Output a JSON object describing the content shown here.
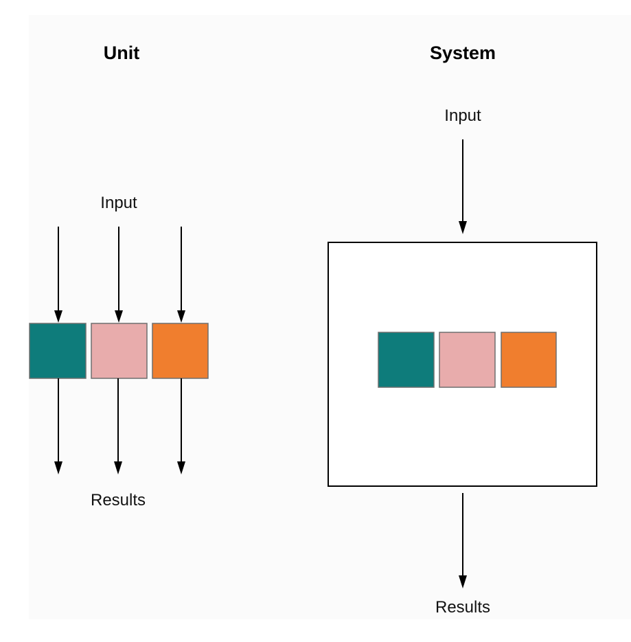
{
  "unit": {
    "title": "Unit",
    "input_label": "Input",
    "results_label": "Results"
  },
  "system": {
    "title": "System",
    "input_label": "Input",
    "results_label": "Results"
  },
  "blocks": [
    {
      "name": "teal",
      "color": "#0e7c7b"
    },
    {
      "name": "pink",
      "color": "#e8acac"
    },
    {
      "name": "orange",
      "color": "#f07e2e"
    }
  ]
}
